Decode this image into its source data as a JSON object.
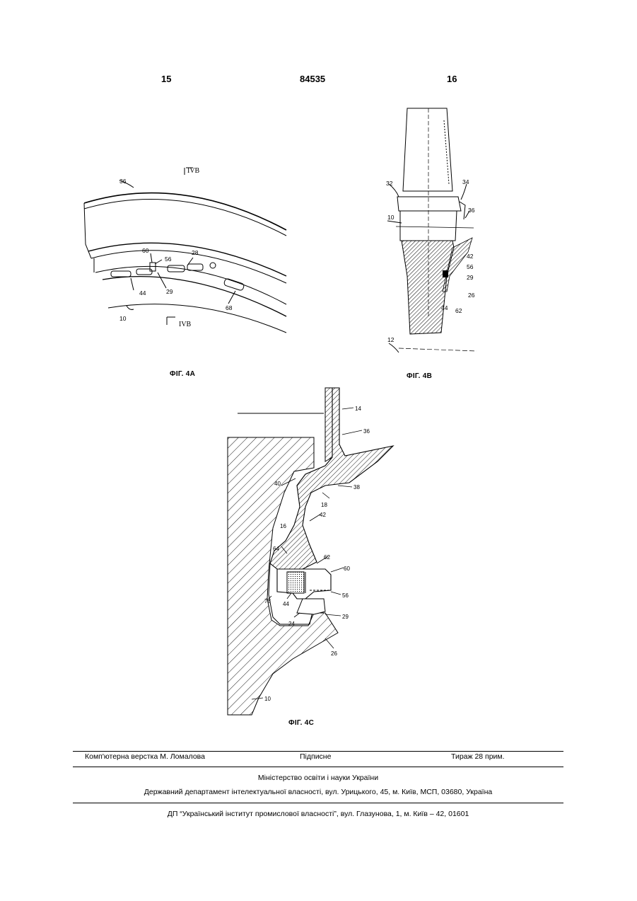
{
  "header": {
    "left_page": "15",
    "center_number": "84535",
    "right_page": "16"
  },
  "figures": {
    "fig4a": {
      "caption": "ФІГ. 4А",
      "labels": {
        "l36": "36",
        "section_top": "IVB",
        "section_bottom": "IVB",
        "l60": "60",
        "l56": "56",
        "l28": "28",
        "l44": "44",
        "l29": "29",
        "l68": "68",
        "l10": "10"
      }
    },
    "fig4b": {
      "caption": "ФІГ. 4В",
      "labels": {
        "l32": "32",
        "l34": "34",
        "l36": "36",
        "l10": "10",
        "l42": "42",
        "l56": "56",
        "l29": "29",
        "l26": "26",
        "l44": "44",
        "l62": "62",
        "l12": "12"
      }
    },
    "fig4c": {
      "caption": "ФІГ. 4С",
      "labels": {
        "l14": "14",
        "l36": "36",
        "l40": "40",
        "l38": "38",
        "l18": "18",
        "l42": "42",
        "l16": "16",
        "l64": "64",
        "l62": "62",
        "l60": "60",
        "l78": "78",
        "l44": "44",
        "l56": "56",
        "l24": "24",
        "l29": "29",
        "l26": "26",
        "l10": "10"
      }
    }
  },
  "footer": {
    "typesetting": "Комп'ютерна верстка М. Ломалова",
    "signed": "Підписне",
    "circulation": "Тираж 28 прим.",
    "ministry": "Міністерство освіти і науки України",
    "department": "Державний департамент інтелектуальної власності, вул. Урицького, 45, м. Київ, МСП, 03680, Україна",
    "publisher": "ДП “Український інститут промислової власності”, вул. Глазунова, 1, м. Київ – 42, 01601"
  }
}
